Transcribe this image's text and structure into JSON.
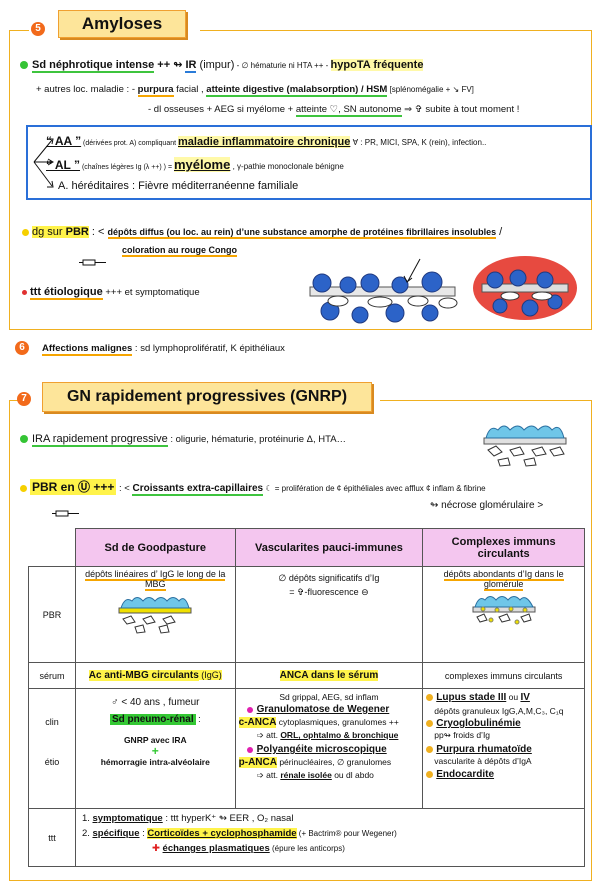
{
  "s5": {
    "num": "5",
    "title": "Amyloses",
    "l1_a": "Sd néphrotique intense",
    "l1_b": " ++ ↬ ",
    "l1_c": "IR",
    "l1_d": " (impur)",
    "l1_e": " -  ∅ hématurie ni HTA ++  - ",
    "l1_f": "hypoTA fréquente",
    "l2_a": "+ autres loc. maladie : - ",
    "l2_b": "purpura",
    "l2_c": " facial , ",
    "l2_d": "atteinte digestive (malabsorption) / HSM",
    "l2_e": "  [splénomégalie + ↘ FV]",
    "l3_a": "- dl osseuses + AEG si myélome + ",
    "l3_b": "atteinte ♡, SN autonome",
    "l3_c": " ⇒ ✞ subite à tout moment !",
    "aa_label": "“ AA ”",
    "aa_small": " (dérivées prot. A) compliquant ",
    "aa_main": "maladie inflammatoire chronique",
    "aa_rest": " ∀ : PR, MICI, SPA, K (rein), infection..",
    "al_label": "“ AL ”",
    "al_small": " (chaînes légères Ig (λ ++) ) = ",
    "al_main": "myélome",
    "al_rest": " , γ-pathie monoclonale bénigne",
    "her": "A. héréditaires :  Fièvre méditerranéenne familiale",
    "dg_a": "dg sur ",
    "dg_b": "PBR",
    "dg_c": " :  < ",
    "dg_d": "dépôts diffus (ou loc. au rein) d’une substance amorphe de protéines fibrillaires insolubles",
    "dg_e": " /",
    "dg_f": "coloration au rouge Congo",
    "ttt_a": "ttt étiologique",
    "ttt_b": " +++  et symptomatique"
  },
  "s6": {
    "num": "6",
    "title": "Affections malignes",
    "rest": " : sd lymphoprolifératif, K épithéliaux"
  },
  "s7": {
    "num": "7",
    "title": "GN rapidement progressives  (GNRP)",
    "ira_a": "IRA rapidement progressive",
    "ira_b": "  :  oligurie, hématurie, protéinurie Δ, HTA…",
    "pbr_a": "PBR en Ⓤ +++",
    "pbr_b": " : < ",
    "pbr_c": "Croissants extra-capillaires",
    "pbr_d": "  ☾  = prolifération de ¢ épithéliales avec afflux ¢ inflam & fibrine",
    "pbr_e": "↬ nécrose glomérulaire >"
  },
  "table": {
    "h1": "Sd de Goodpasture",
    "h2": "Vascularites pauci-immunes",
    "h3": "Complexes immuns circulants",
    "pbr_label": "PBR",
    "pbr_1": "dépôts linéaires d’ IgG le long de la MBG",
    "pbr_2a": "∅ dépôts significatifs d’Ig",
    "pbr_2b": "= ✞-fluorescence ⊖",
    "pbr_3": "dépôts abondants d’Ig dans le glomérule",
    "serum_label": "sérum",
    "serum_1a": "Ac anti-MBG circulants",
    "serum_1b": " (IgG)",
    "serum_2": "ANCA dans le sérum",
    "serum_3": "complexes immuns circulants",
    "clin_label": "clin",
    "etio_label": "étio",
    "g_1": "♂ < 40 ans , fumeur",
    "g_2": "Sd pneumo-rénal",
    "g_2b": " :",
    "g_3": "GNRP avec IRA",
    "g_4": "+",
    "g_5": "hémorragie intra-alvéolaire",
    "v_1": "Sd grippal, AEG, sd inflam",
    "v_2": "Granulomatose de Wegener",
    "v_3a": "c-ANCA",
    "v_3b": " cytoplasmiques, granulomes ++",
    "v_4a": "➩ att. ",
    "v_4b": "ORL, ophtalmo & bronchique",
    "v_5": "Polyangéite microscopique",
    "v_6a": "p-ANCA",
    "v_6b": " périnucléaires, ∅ granulomes",
    "v_7a": "➩ att. ",
    "v_7b": "rénale isolée",
    "v_7c": " ou dl abdo",
    "c_1a": "Lupus stade III",
    "c_1b": " ou ",
    "c_1c": "IV",
    "c_2": "dépôts granuleux IgG,A,M,C₃, C₁q",
    "c_3": "Cryoglobulinémie",
    "c_4": "pp↬ froids d’Ig",
    "c_5": "Purpura rhumatoïde",
    "c_6": "vascularite à dépôts d’IgA",
    "c_7": "Endocardite",
    "ttt_label": "ttt",
    "t_1a": "1. ",
    "t_1b": "symptomatique",
    "t_1c": " : ttt hyperK⁺ ↬ EER  , O₂ nasal",
    "t_2a": "2. ",
    "t_2b": "spécifique",
    "t_2c": " : ",
    "t_2d": "Corticoïdes + cyclophosphamide",
    "t_2e": "   (+ Bactrim® pour Wegener)",
    "t_3a": "✚ ",
    "t_3b": "échanges plasmatiques",
    "t_3c": "  (épure les anticorps)"
  }
}
